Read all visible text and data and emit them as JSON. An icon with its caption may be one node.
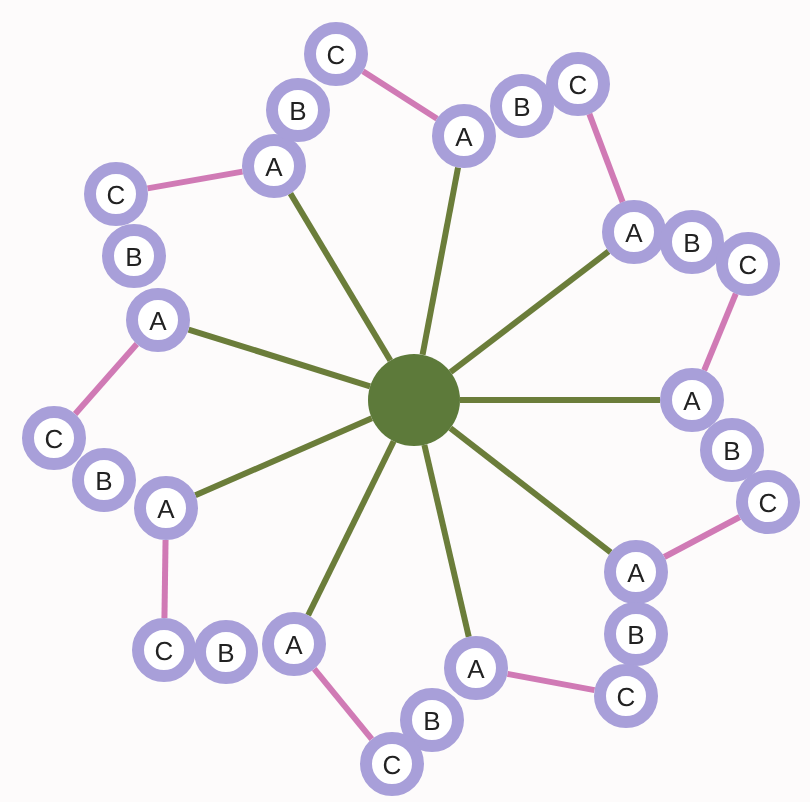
{
  "diagram": {
    "nodes": [
      {
        "text": [],
        "shape": "circle"
      },
      {
        "text": [
          "A"
        ]
      },
      {
        "text": [
          "B"
        ]
      },
      {
        "text": [
          "C"
        ]
      },
      {
        "text": [
          "A"
        ]
      },
      {
        "text": [
          "B"
        ]
      },
      {
        "text": [
          "C"
        ]
      },
      {
        "text": [
          "A"
        ]
      },
      {
        "text": [
          "B"
        ]
      },
      {
        "text": [
          "C"
        ]
      },
      {
        "text": [
          "A"
        ]
      },
      {
        "text": [
          "B"
        ]
      },
      {
        "text": [
          "C"
        ]
      },
      {
        "text": [
          "A"
        ]
      },
      {
        "text": [
          "B"
        ]
      },
      {
        "text": [
          "C"
        ]
      },
      {
        "text": [
          "A"
        ]
      },
      {
        "text": [
          "B"
        ]
      },
      {
        "text": [
          "C"
        ]
      },
      {
        "text": [
          "A"
        ]
      },
      {
        "text": [
          "B"
        ]
      },
      {
        "text": [
          "C"
        ]
      },
      {
        "text": [
          "A"
        ]
      },
      {
        "text": [
          "B"
        ]
      },
      {
        "text": [
          "C"
        ]
      },
      {
        "text": [
          "A"
        ]
      },
      {
        "text": [
          "B"
        ]
      },
      {
        "text": [
          "C"
        ]
      }
    ],
    "edges": [
      {
        "from": 0,
        "to": 1,
        "arrow": "none",
        "color": "#6b7d3a"
      },
      {
        "from": 0,
        "to": 4,
        "arrow": "none",
        "color": "#6b7d3a"
      },
      {
        "from": 0,
        "to": 7,
        "arrow": "none",
        "color": "#6b7d3a"
      },
      {
        "from": 0,
        "to": 10,
        "arrow": "none",
        "color": "#6b7d3a"
      },
      {
        "from": 0,
        "to": 13,
        "arrow": "none",
        "color": "#6b7d3a"
      },
      {
        "from": 0,
        "to": 16,
        "arrow": "none",
        "color": "#6b7d3a"
      },
      {
        "from": 0,
        "to": 19,
        "arrow": "none",
        "color": "#6b7d3a"
      },
      {
        "from": 0,
        "to": 22,
        "arrow": "none",
        "color": "#6b7d3a"
      },
      {
        "from": 0,
        "to": 25,
        "arrow": "none",
        "color": "#6b7d3a"
      },
      {
        "from": 3,
        "to": 4,
        "arrow": "none",
        "color": "#d07ab5"
      },
      {
        "from": 6,
        "to": 7,
        "arrow": "none",
        "color": "#d07ab5"
      },
      {
        "from": 9,
        "to": 10,
        "arrow": "none",
        "color": "#d07ab5"
      },
      {
        "from": 12,
        "to": 13,
        "arrow": "none",
        "color": "#d07ab5"
      },
      {
        "from": 15,
        "to": 16,
        "arrow": "none",
        "color": "#d07ab5"
      },
      {
        "from": 18,
        "to": 19,
        "arrow": "none",
        "color": "#d07ab5"
      },
      {
        "from": 21,
        "to": 22,
        "arrow": "none",
        "color": "#d07ab5"
      },
      {
        "from": 24,
        "to": 25,
        "arrow": "none",
        "color": "#d07ab5"
      },
      {
        "from": 27,
        "to": 1,
        "arrow": "none",
        "color": "#d07ab5"
      }
    ]
  }
}
